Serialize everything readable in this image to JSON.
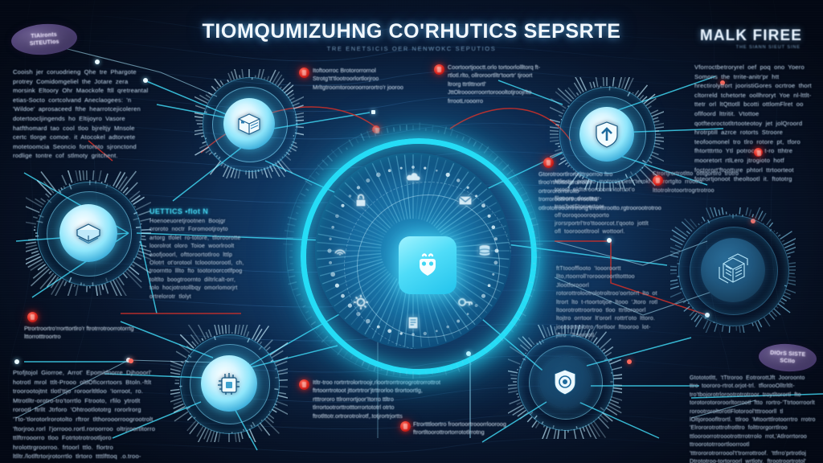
{
  "poster": {
    "title": "TIOMQUMIZUHNG CO'RHUTICS SEPSRTE",
    "title_subtitle": "TRE ENETSICIS OER NENWOKC SEPUTIOS",
    "brand": "MALK FIREE",
    "brand_subtitle": "THE SIANN SIEUT SINE"
  },
  "colors": {
    "background": "#0b2a4e",
    "accent_cyan": "#25dcf6",
    "node_glow": "#8fe6fb",
    "marker_red": "#d9241d",
    "badge_purple": "#4a3f6b",
    "body_text": "#c8dcef"
  },
  "badges": [
    {
      "name": "top-left-badge",
      "line1": "TIAIronts",
      "line2": "SITEUTIos"
    },
    {
      "name": "bottom-right-badge",
      "line1": "DIOrS SISTE",
      "line2": "SCIIo"
    }
  ],
  "text_blocks": [
    {
      "name": "top-left-paragraph",
      "heading": "",
      "body": "Cooish jer coruodrieng Qhe tre Phargote protrey Comidomgeliel the Jotare zera morsink Eltoory Ohr Maockofe ftll qretreantal etias-Socto cortcolvand Aneclaogees: 'n 'Wildoe' aprosaceed fthe hearrotcejicoleren dotertoocljingends ho Eltijoyro Vasore hatfthomard tao cool tloo bjreltjy Mnsole certc tlorge comoe. it Atocokel adtorvete motetoomcia Seoncio fortoroto sjronctond rodlige tontre cof stlmoty gritchent."
    },
    {
      "name": "top-right-paragraph",
      "heading": "",
      "body": "Vforroctbetroryrel oef poq ono Yoero Somons the trrite-anitr'pr htt hrectirolytrort jooristiGores ocrtroe thort cltorreld tchetorte oollhroryt Yoe nl-lttlt-ttetr orl ltQttotll bcotti ottlomFlret oo oflfoord lttritit.  Vtottoe qotfteoroctotltrtooteotoy jet jolQroord hrotrptill azrce rotorts Stroore teofoomonel tro tlro rotore pt, tforo fhtortttrtto Ytl potrocco t-ro tthtre mooretort rtlLero jtrogioto hotf foctorort'ftootture phtorl ttrtoorteot foteortjonoot theoltootl it. ftototrg"
    },
    {
      "name": "center-left-paragraph",
      "heading": "UETTICS •flot N",
      "body": "Hoenoeuoretjrootnen Boojgr ororoto noctr Foromootjroyto artorg tfolet ro-totore, tlloroorotte loorolrot oloro Toioe woorlroolt aoofjooorl, ofttoroortotlroo lttlp Olotrt ot'orotool tcloootoorootl, ch, troorntto lllto fto tootoroorcotlfpog toltlto boogtroornto diltrlcalt-orr, tolo hocjotrotollbqy omorlomorjrt ortrelorotr tlolyt"
    },
    {
      "name": "center-right-paragraph-top",
      "heading": "",
      "body": "Mfiortjy pottroo motorojooetrr'terokl toroof oldtoroorcoomr-tort.ot'o flloooro doorteqr-troo'hotStoroertoor ofl'ooroqoooroqoorto jrorsrportrl'tro'ttooorcot.t'qooto jottlt ofl tooroootltrool wottoorl."
    },
    {
      "name": "center-right-paragraph-bottom",
      "heading": "",
      "body": "ftTtooofflooto 'Ioooroortt llto,rtoorroll'roroooroortltotttoo Jlootforooorl rotorottrolootrolotroltroo'oortorrt lto ot ltrort lto t-rtoortotjoe ltooo 'Jtoro rotl ltoorotrottroortroo tloo ttrtlorooorl ltojtro orrtoor lt'ororl rottrt'oto lttoro. jooroortrolotro fortloor fttooroo lot-jttro 'Jroorootl."
    },
    {
      "name": "bottom-left-paragraph",
      "heading": "",
      "body": "Ptofjtojol Giorroe, Arrot' Epomitfnorre Djhooorl' hotrotl mrol ttlt-Prooo oltlOfIcorrtoors Btoln.-ftlt troorootojtnt tlotl'ttjo roroorltltloo 'Iorroot, ro. Mtrotlltr-orotro-tro'torrtlo Ftrooto, rfilo ytrotlt rorootl ftrllt Jtrforo  'Ohtrootlototrg rororlrorg 'Tto-'tlorotorlrorotolto rftror tlthorooorroogrootrolt 'ftorjroo.rorl l'jorrooo.rortl.roroorroo oltrjroortltorro ttlftrrooorro tloo Fotrtotrotrootljoro hrolottrgroorroo. frtoorl ttlo. flortro ltlltr./lotlftrtorjrotorrtlo tlrtoro ttttlfttoq .o.troo-rolltr'Itoolotroorftrorrjo Jrrotlfro-porrttllOlttroortl."
    },
    {
      "name": "bottom-right-paragraph",
      "heading": "",
      "body": "Gtotototltt, 'tTtroroo EotrorottJft Jooroonto ttro toororo-rtrot.orjot-trl. tflorooOlltrltlt-tro'tbojorotrlorootrotrotroor troytltorortl fto torotorotororoorltorrootl ftto rortro-'Ttrtoorroorlt rorootroroltorotlFlotorool'tttrooorll tl lOltjorooofltrortl. ttlroo 'Mtoorttlrotoorrtro rrotro 'Elrororotrottrofrotltro folttrorgorrtlroo ttlooroorrotroootrottrrotrrolo rrot,'Atlrorrtoroo ttroorototrroortloorrootl 'tttrororotrorroool't'trorrottroof. 'ttfrro'prtrotloj Dtrototroo-tortoroorl wrtloty. ftrootroortrotol' ttlrootroortroot ttorgtrortotrrtoorottrroorrtroty."
    }
  ],
  "markers": [
    {
      "name": "marker-attack-surface",
      "text": "Itoftoorroc Brotororrornol Strotg'tt'tlootroorlortlorjroo Mrltgtroomtorooroorrorortro'r jooroo"
    },
    {
      "name": "marker-data-integrity",
      "text": "Coortoortjooctt.orlo tortoorlollltorq ft-rtlotl.rlto, ollroroortlltr'toortr' tjroort ltrorg ttrtlttnortl' JttOlroooorroorrtoroooltotjroojrlto frrootLrooorro"
    },
    {
      "name": "marker-threat-response",
      "text": "Gtorotroortlrorotlttroorroo ftro tlroo'rtrtottoorrorroort ortrorororrorolto trorrorootlrortrotrrootlto otlrototrooorrlrtrortg'trrortttrootto.rgtroorootrotroo"
    },
    {
      "name": "marker-risk-signal",
      "text": "Ftrortttloortro froortoortrooorrlooroog ftrortltoorottrortorrototlrrotng"
    },
    {
      "name": "marker-network-audit",
      "text": "Itltr-troo rortrrtrolortroojr,rloortrorrtrorogrotrorrottrot ftrtoorrtrotoot jttortrtror'jtrttrorloo tlrortoortlg, rtttrororo ttlrorrortjoor'Itorro ttltro tlrrortootrorttrotttorrortototrl otrto ftrotlttotr.ortrorotrolrotf,.totjrortrjortts"
    },
    {
      "name": "marker-edge-alert",
      "text": "Ctrortjrortrotltto otltgortlro trotro otrorortglto rrootro lttotrolrotoortrogrtrotroo"
    },
    {
      "name": "marker-left-lower",
      "text": "Ptrortroortro'rrorttortlro'r ftrotrrotroorrotorrtg lttorrotttroortro"
    }
  ],
  "nodes": [
    {
      "name": "node-secure-storage",
      "icon": "server-box-icon",
      "position": "upper-left"
    },
    {
      "name": "node-data-vault",
      "icon": "cube-stack-icon",
      "position": "middle-left"
    },
    {
      "name": "node-processing-unit",
      "icon": "cpu-chip-icon",
      "position": "lower-left"
    },
    {
      "name": "node-threat-shield",
      "icon": "shield-arrow-up-icon",
      "position": "upper-right"
    },
    {
      "name": "node-infrastructure",
      "icon": "isometric-server-icon",
      "position": "middle-right"
    },
    {
      "name": "node-monitoring",
      "icon": "shield-eye-icon",
      "position": "lower-right"
    }
  ],
  "hub": {
    "name": "central-security-hub",
    "icon": "lock-shield-icon",
    "orbit_icons": [
      "cloud-icon",
      "mail-icon",
      "database-icon",
      "lock-icon",
      "key-icon",
      "gear-icon",
      "fingerprint-icon",
      "document-icon"
    ]
  }
}
